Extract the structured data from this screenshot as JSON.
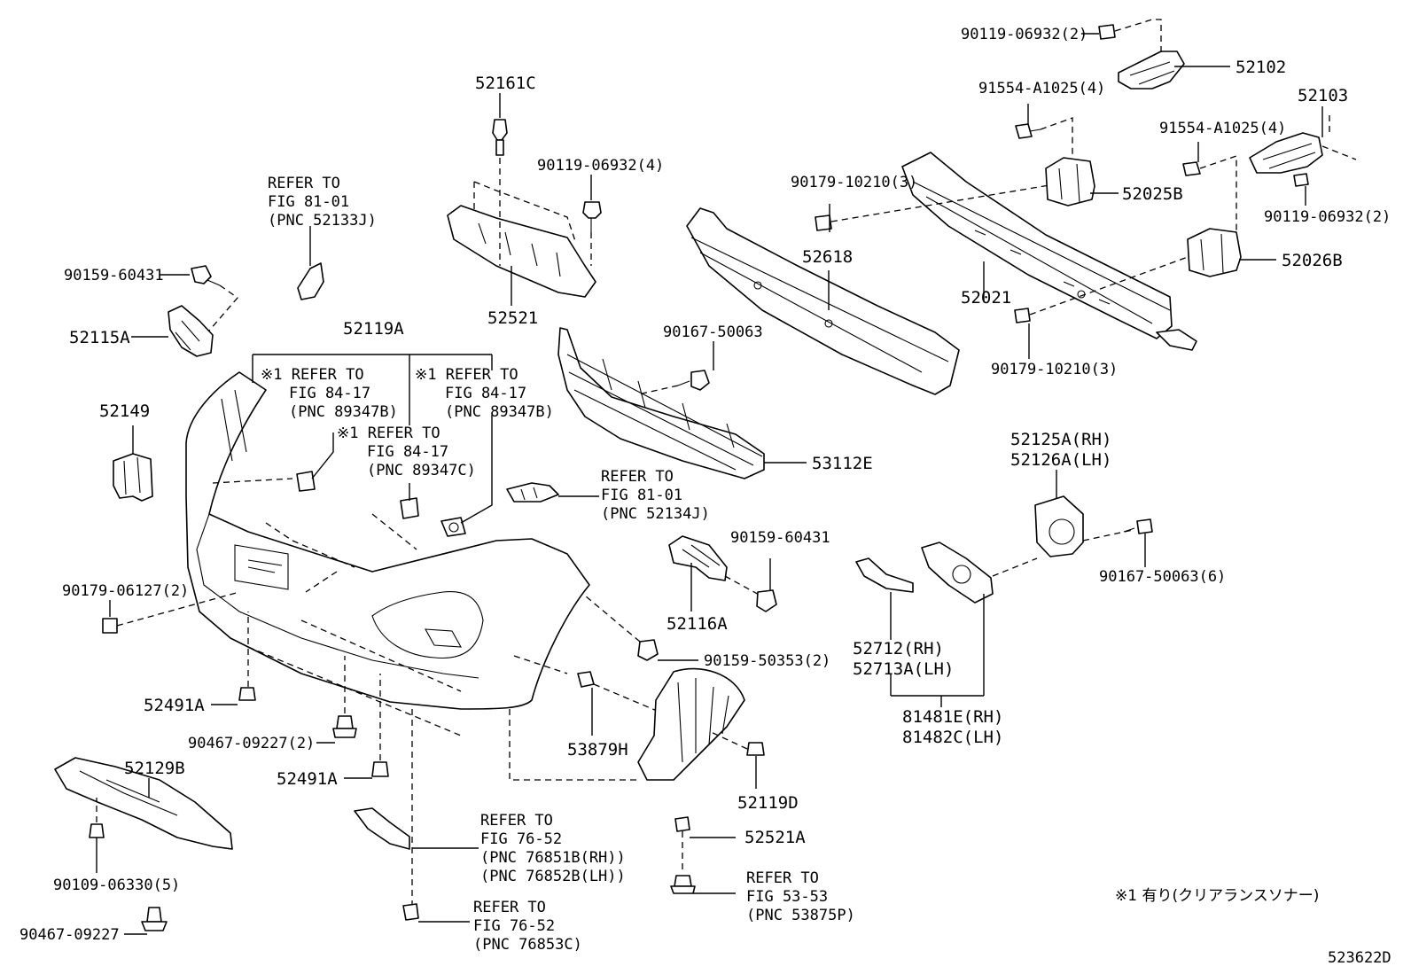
{
  "labels": {
    "p52161C": "52161C",
    "p9011906932_4": "90119-06932(4)",
    "p52521": "52521",
    "ref8101a_1": "REFER TO",
    "ref8101a_2": "FIG 81-01",
    "ref8101a_3": "(PNC 52133J)",
    "p9015960431a": "90159-60431",
    "p52115A": "52115A",
    "p52119A": "52119A",
    "refA_1": "※1 REFER TO",
    "refA_2": "FIG 84-17",
    "refA_3": "(PNC 89347B)",
    "refB_1": "※1 REFER TO",
    "refB_2": "FIG 84-17",
    "refB_3": "(PNC 89347B)",
    "refC_1": "※1 REFER TO",
    "refC_2": "FIG 84-17",
    "refC_3": "(PNC 89347C)",
    "p52149": "52149",
    "p9017906127_2": "90179-06127(2)",
    "p52491A_1": "52491A",
    "p9046709227_2": "90467-09227(2)",
    "p52491A_2": "52491A",
    "p52129B": "52129B",
    "p9010906330_5": "90109-06330(5)",
    "p9046709227": "90467-09227",
    "ref7652a_1": "REFER TO",
    "ref7652a_2": "FIG 76-52",
    "ref7652a_3": "(PNC 76851B(RH))",
    "ref7652a_4": "(PNC 76852B(LH))",
    "ref7652b_1": "REFER TO",
    "ref7652b_2": "FIG 76-52",
    "ref7652b_3": "(PNC 76853C)",
    "ref8101b_1": "REFER TO",
    "ref8101b_2": "FIG 81-01",
    "ref8101b_3": "(PNC 52134J)",
    "p9016750063": "90167-50063",
    "p53112E": "53112E",
    "p9015960431b": "90159-60431",
    "p52116A": "52116A",
    "p9015950353_2": "90159-50353(2)",
    "p53879H": "53879H",
    "p52119D": "52119D",
    "p52521A": "52521A",
    "ref5353_1": "REFER TO",
    "ref5353_2": "FIG 53-53",
    "ref5353_3": "(PNC 53875P)",
    "p9017910210_3a": "90179-10210(3)",
    "p52618": "52618",
    "p52021": "52021",
    "p9017910210_3b": "90179-10210(3)",
    "p9011906932_2a": "90119-06932(2)",
    "p52102": "52102",
    "p91554A1025_4a": "91554-A1025(4)",
    "p52103": "52103",
    "p91554A1025_4b": "91554-A1025(4)",
    "p52025B": "52025B",
    "p9011906932_2b": "90119-06932(2)",
    "p52026B": "52026B",
    "p52125A": "52125A(RH)",
    "p52126A": "52126A(LH)",
    "p9016750063_6": "90167-50063(6)",
    "p52712": "52712(RH)",
    "p52713A": "52713A(LH)",
    "p81481E": "81481E(RH)",
    "p81482C": "81482C(LH)",
    "note": "※1 有り(クリアランスソナー)",
    "figId": "523622D"
  }
}
